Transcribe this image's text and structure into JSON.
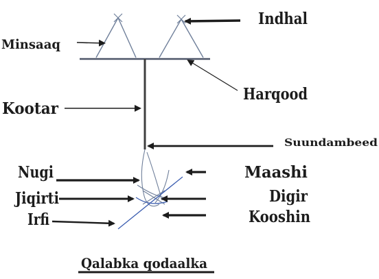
{
  "labels": {
    "indhal": "Indhal",
    "minsaaq": "Minsaaq",
    "harqood": "Harqood",
    "kootar": "Kootar",
    "suundambeed": "Suundambeed",
    "nugi": "Nugi",
    "maashi": "Maashi",
    "jiqirti": "Jiqirti",
    "digir": "Digir",
    "irfi": "Irfi",
    "kooshin": "Kooshin"
  },
  "caption": "Qalabka qodaalka",
  "colors": {
    "ink": "#1c1c1c",
    "sketch": "#6f7f9a",
    "blade": "#3b5db0"
  }
}
